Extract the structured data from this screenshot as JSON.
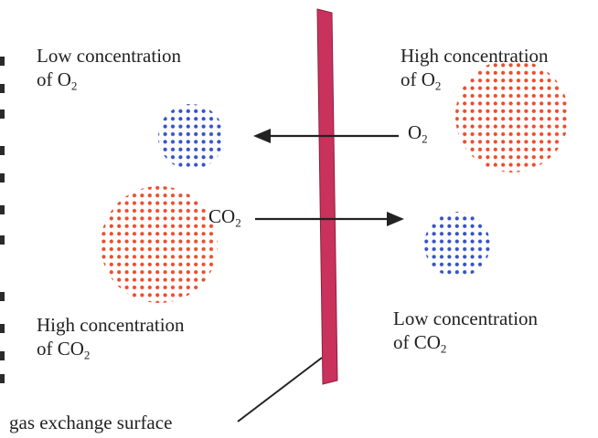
{
  "colors": {
    "membrane": "#c9325c",
    "membrane_edge": "#8e1f40",
    "red_dots": "#ee4b2b",
    "blue_dots": "#3552c8",
    "arrow": "#222222",
    "text": "#222222"
  },
  "labels": {
    "left_top": {
      "line1": "Low concentration",
      "line2_prefix": "of O",
      "line2_sub": "2"
    },
    "right_top": {
      "line1": "High concentration",
      "line2_prefix": "of O",
      "line2_sub": "2"
    },
    "o2_arrow": {
      "prefix": "O",
      "sub": "2"
    },
    "co2_arrow": {
      "prefix": "CO",
      "sub": "2"
    },
    "left_bottom": {
      "line1": "High concentration",
      "line2_prefix": "of CO",
      "line2_sub": "2"
    },
    "right_bottom": {
      "line1": "Low concentration",
      "line2_prefix": "of CO",
      "line2_sub": "2"
    },
    "surface": "gas exchange surface"
  },
  "clusters": [
    {
      "name": "low-o2-cluster",
      "color_key": "blue_dots"
    },
    {
      "name": "high-o2-cluster",
      "color_key": "red_dots"
    },
    {
      "name": "high-co2-cluster",
      "color_key": "red_dots"
    },
    {
      "name": "low-co2-cluster",
      "color_key": "blue_dots"
    }
  ]
}
